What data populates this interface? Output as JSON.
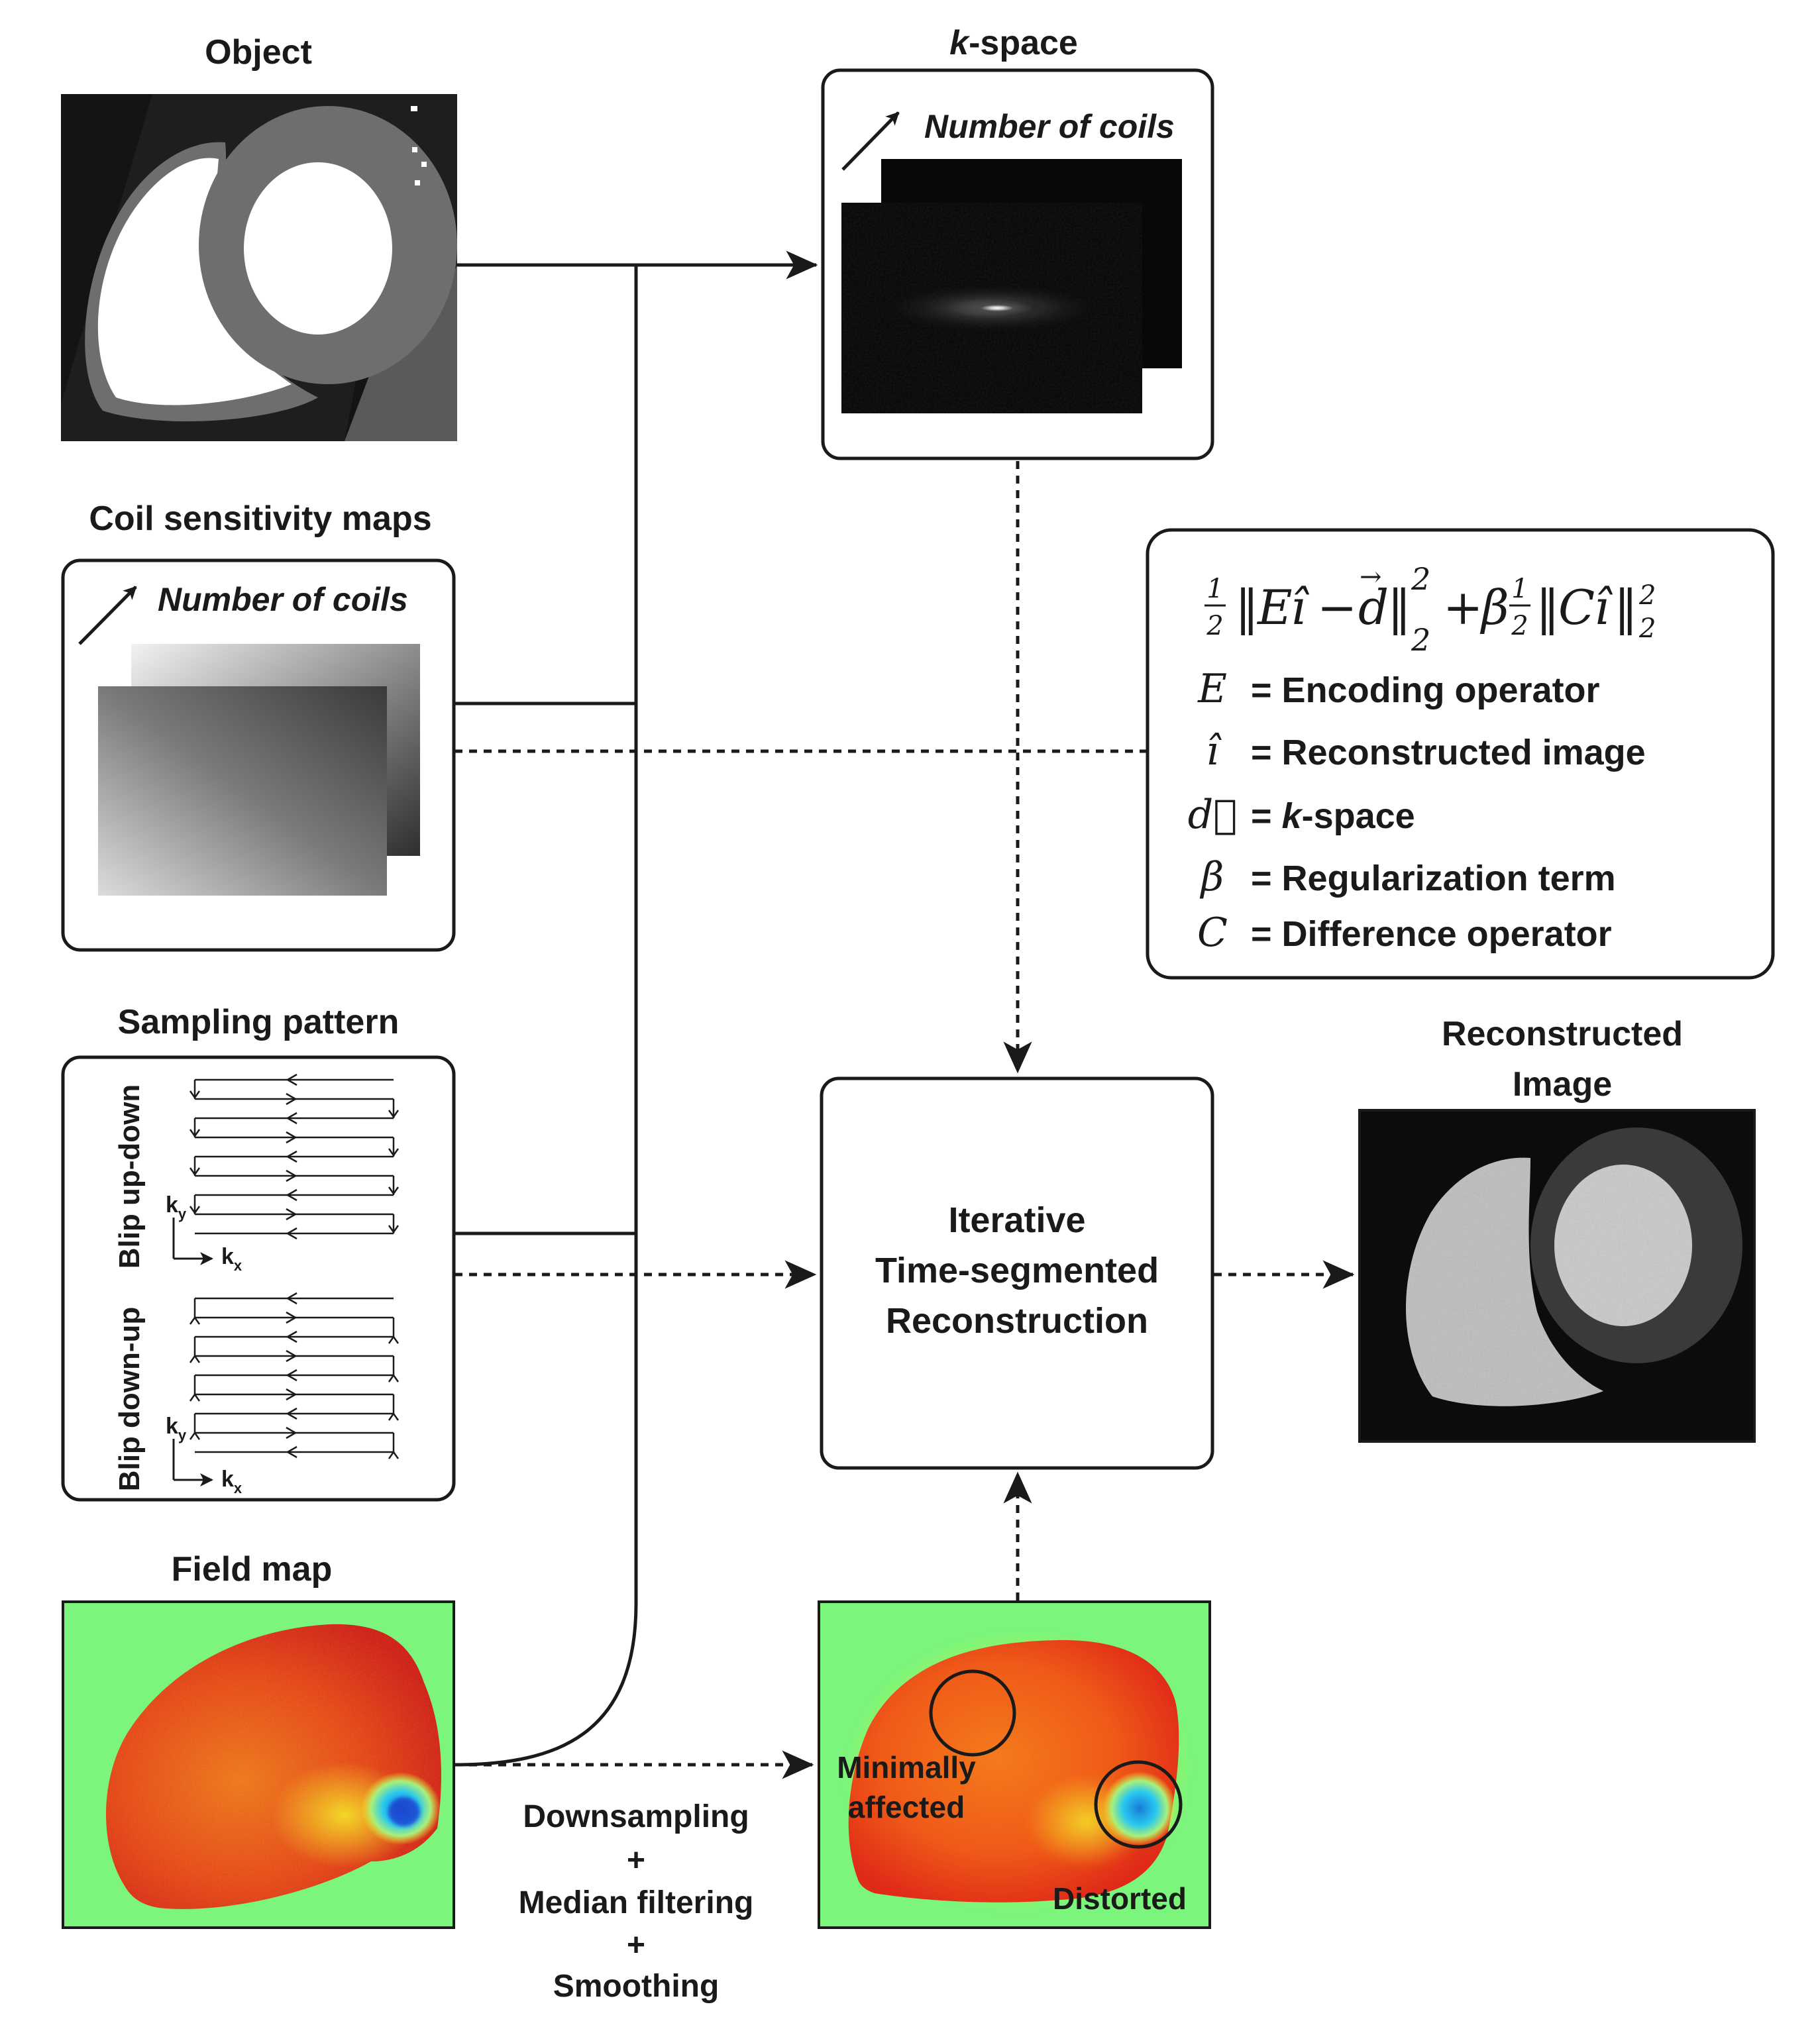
{
  "titles": {
    "object": "Object",
    "kspace_italic": "k",
    "kspace_rest": "-space",
    "coil_maps": "Coil sensitivity maps",
    "sampling": "Sampling pattern",
    "field_map": "Field map",
    "reconstructed_line1": "Reconstructed",
    "reconstructed_line2": "Image"
  },
  "number_of_coils": "Number of coils",
  "sampling_panel": {
    "blip_up_down": "Blip up-down",
    "blip_down_up": "Blip down-up",
    "ky_main": "k",
    "ky_sub": "y",
    "kx_main": "k",
    "kx_sub": "x"
  },
  "recon_box": {
    "line1": "Iterative",
    "line2": "Time-segmented",
    "line3": "Reconstruction"
  },
  "processing": {
    "line1": "Downsampling",
    "plus1": "+",
    "line2": "Median filtering",
    "plus2": "+",
    "line3": "Smoothing"
  },
  "fieldmap_annotations": {
    "minimally_1": "Minimally",
    "minimally_2": "affected",
    "distorted": "Distorted"
  },
  "equation": {
    "formula_text": "½‖Eî − d⃗‖²₂ + β½‖Cî‖²₂",
    "legend": [
      {
        "symbol": "E",
        "eq": "=",
        "desc": "Encoding operator",
        "desc_italic_prefix": ""
      },
      {
        "symbol": "î",
        "eq": "=",
        "desc": "Reconstructed image",
        "desc_italic_prefix": ""
      },
      {
        "symbol": "d⃗",
        "eq": "=",
        "desc": "-space",
        "desc_italic_prefix": "k"
      },
      {
        "symbol": "β",
        "eq": "=",
        "desc": "Regularization term",
        "desc_italic_prefix": ""
      },
      {
        "symbol": "C",
        "eq": "=",
        "desc": "Difference operator",
        "desc_italic_prefix": ""
      }
    ]
  },
  "colors": {
    "line": "#1a1a1a",
    "field_bg": "#7cf57c",
    "field_red": "#e8241a",
    "field_orange": "#f06a10",
    "field_yellow": "#f5e629",
    "field_cyan": "#28c8f0",
    "field_blue": "#1a3ad0"
  }
}
